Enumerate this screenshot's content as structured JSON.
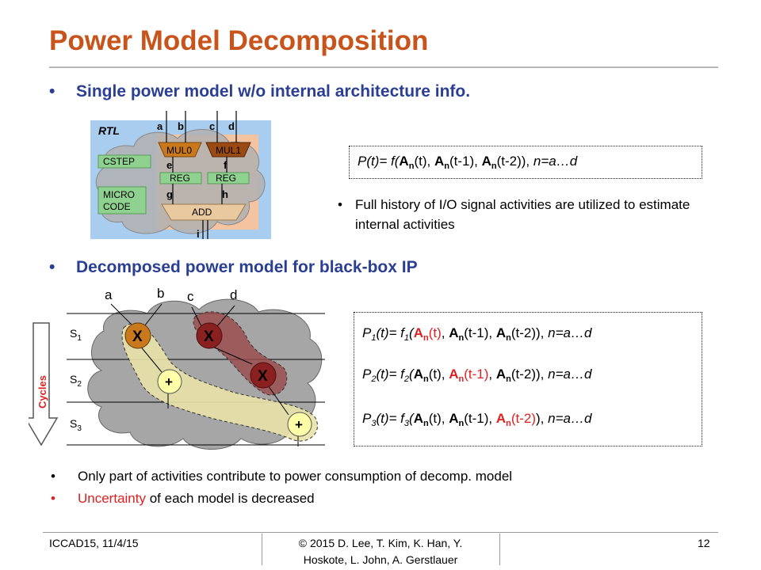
{
  "slide": {
    "title": "Power Model Decomposition",
    "bullet1": "Single power model w/o internal architecture info.",
    "bullet2": "Decomposed power model for black-box IP",
    "sub_bullet": "Full history of I/O signal activities are utilized to estimate internal activities",
    "bottom_bullet1": "Only part of activities contribute to power consumption of decomp. model",
    "bottom_bullet2_red": "Uncertainty",
    "bottom_bullet2_rest": " of each model is decreased",
    "bullet_char": "•"
  },
  "rtl_diagram": {
    "label": "RTL",
    "blocks": {
      "cstep": "CSTEP",
      "micro_code": "MICRO\nCODE",
      "mul0": "MUL0",
      "mul1": "MUL1",
      "reg_left": "REG",
      "reg_right": "REG",
      "add": "ADD"
    },
    "signals": [
      "a",
      "b",
      "c",
      "d",
      "e",
      "f",
      "g",
      "h",
      "i"
    ]
  },
  "decomp_diagram": {
    "inputs": [
      "a",
      "b",
      "c",
      "d"
    ],
    "states": [
      "S1",
      "S2",
      "S3"
    ],
    "cycles_label": "Cycles",
    "ops": [
      "X",
      "X",
      "X",
      "+",
      "+"
    ]
  },
  "formulas": {
    "single": "P(t)= f(An(t), An(t-1), An(t-2)), n=a…d",
    "p1": "P1(t)= f1(An(t), An(t-1), An(t-2)), n=a…d",
    "p2": "P2(t)= f2(An(t), An(t-1), An(t-2)), n=a…d",
    "p3": "P3(t)= f3(An(t), An(t-1), An(t-2)), n=a…d"
  },
  "footer": {
    "left": "ICCAD15,  11/4/15",
    "center_line1": "© 2015 D. Lee, T. Kim, K. Han, Y.",
    "center_line2": "Hoskote, L. John, A. Gerstlauer",
    "page": "12"
  },
  "colors": {
    "title": "#c8541b",
    "bullet": "#2a3f93",
    "highlight": "#e02020"
  }
}
